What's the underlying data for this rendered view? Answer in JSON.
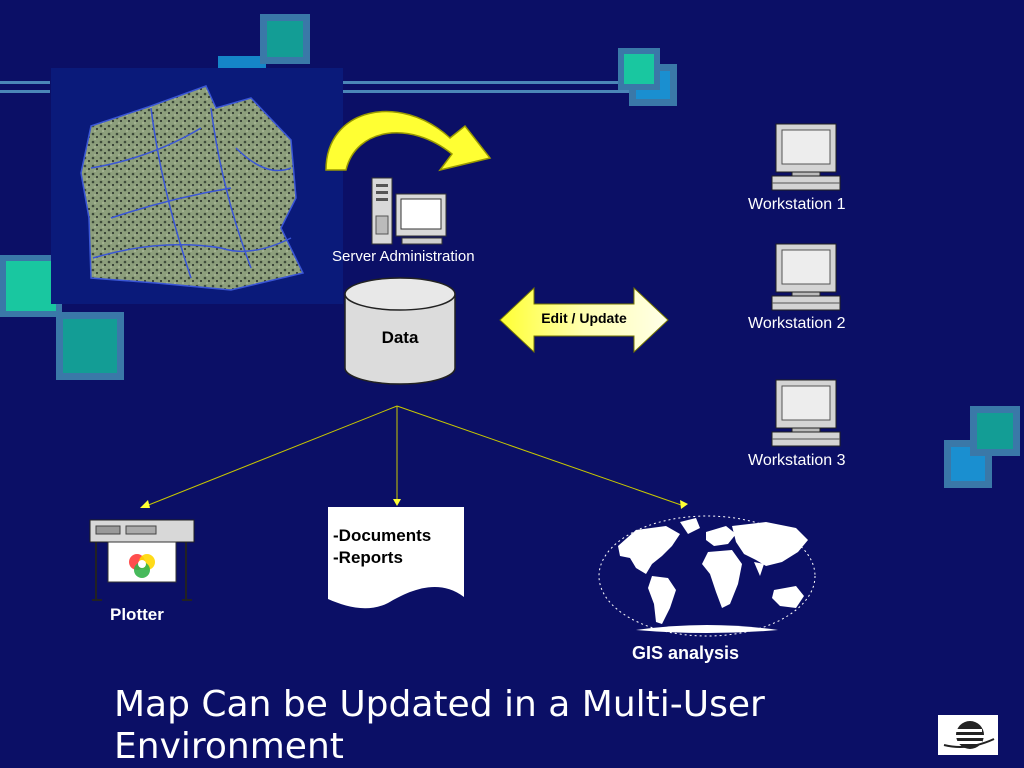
{
  "diagram": {
    "server_label": "Server Administration",
    "data_label": "Data",
    "edit_update_label": "Edit / Update",
    "workstations": [
      "Workstation 1",
      "Workstation 2",
      "Workstation 3"
    ],
    "documents_lines": [
      "-Documents",
      "-Reports"
    ],
    "plotter_label": "Plotter",
    "gis_label": "GIS analysis"
  },
  "slide": {
    "title_line1": "Map Can be Updated in a Multi-User",
    "title_line2": "Environment"
  },
  "colors": {
    "background": "#0b0f66",
    "accent_teal": "#139d95",
    "accent_steel": "#3a78a8",
    "arrow_yellow": "#ffff33"
  }
}
